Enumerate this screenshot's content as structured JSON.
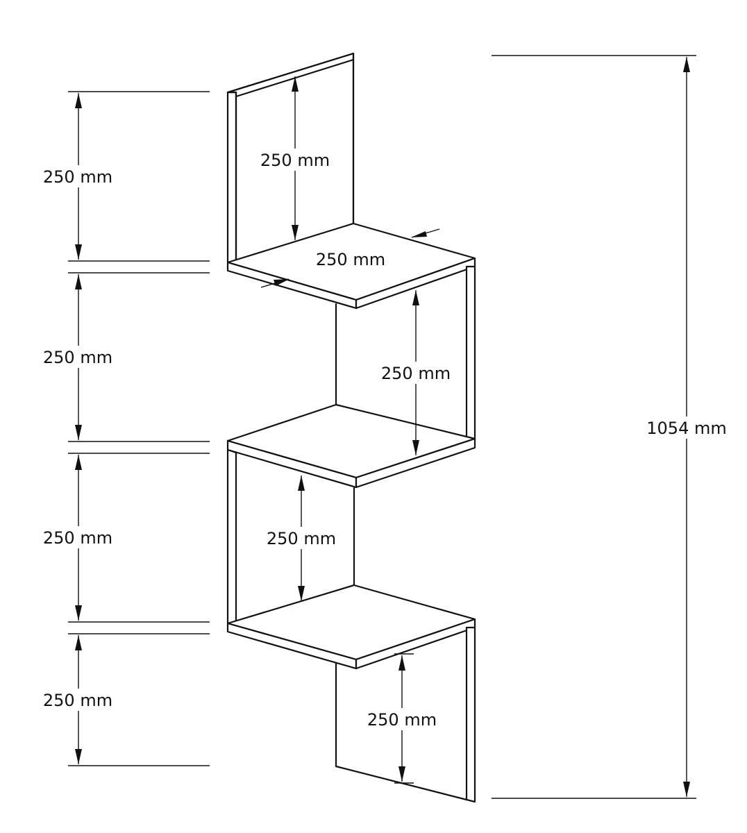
{
  "diagram": {
    "subject": "Zig-zag corner wall shelf",
    "units": "mm",
    "total_height": "1054 mm",
    "left_dimensions": [
      "250 mm",
      "250 mm",
      "250 mm",
      "250 mm"
    ],
    "inner_dimensions": {
      "top_back_panel_height": "250 mm",
      "top_shelf_depth": "250 mm",
      "second_gap_height": "250 mm",
      "third_gap_height": "250 mm",
      "bottom_panel_height": "250 mm"
    }
  }
}
